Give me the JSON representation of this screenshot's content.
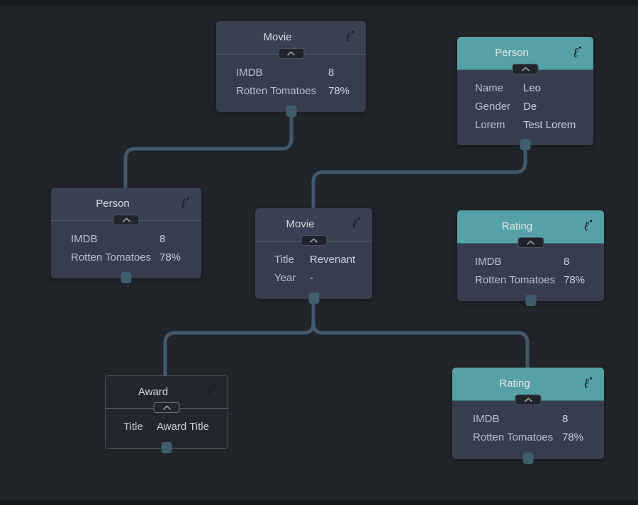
{
  "app": {
    "type": "graph-node-editor"
  },
  "colors": {
    "canvas_bg": "#212428",
    "letterbox": "#17181c",
    "node_body": "#373d4f",
    "node_header_dark": "#3b4154",
    "node_header_teal": "#55a1a5",
    "award_body": "#23262c",
    "award_border": "#4b5159",
    "wire": "#43596b",
    "port": "#3f5d6d",
    "label_text": "#b9c0cc",
    "value_text": "#ccd2dc"
  },
  "icons": {
    "edit": "pencil-edit-icon",
    "collapse": "chevron-up-icon",
    "port": "connector-port"
  },
  "nodes": [
    {
      "id": "movie-top",
      "title": "Movie",
      "header": "dark",
      "rows": [
        {
          "label": "IMDB",
          "value": "8"
        },
        {
          "label": "Rotten Tomatoes",
          "value": "78%"
        }
      ]
    },
    {
      "id": "person-right",
      "title": "Person",
      "header": "teal",
      "rows": [
        {
          "label": "Name",
          "value": "Leo"
        },
        {
          "label": "Gender",
          "value": "De"
        },
        {
          "label": "Lorem",
          "value": "Test Lorem"
        }
      ]
    },
    {
      "id": "person-left",
      "title": "Person",
      "header": "dark",
      "rows": [
        {
          "label": "IMDB",
          "value": "8"
        },
        {
          "label": "Rotten Tomatoes",
          "value": "78%"
        }
      ]
    },
    {
      "id": "movie-center",
      "title": "Movie",
      "header": "dark",
      "rows": [
        {
          "label": "Title",
          "value": "Revenant"
        },
        {
          "label": "Year",
          "value": "-"
        }
      ]
    },
    {
      "id": "rating-right",
      "title": "Rating",
      "header": "teal",
      "rows": [
        {
          "label": "IMDB",
          "value": "8"
        },
        {
          "label": "Rotten Tomatoes",
          "value": "78%"
        }
      ]
    },
    {
      "id": "award",
      "title": "Award",
      "header": "outline",
      "rows": [
        {
          "label": "Title",
          "value": "Award Title"
        }
      ]
    },
    {
      "id": "rating-bottom",
      "title": "Rating",
      "header": "teal",
      "rows": [
        {
          "label": "IMDB",
          "value": "8"
        },
        {
          "label": "Rotten Tomatoes",
          "value": "78%"
        }
      ]
    }
  ],
  "edges": [
    {
      "from": "movie-top",
      "to": "person-left"
    },
    {
      "from": "person-right",
      "to": "movie-center"
    },
    {
      "from": "movie-center",
      "to": "award"
    },
    {
      "from": "movie-center",
      "to": "rating-bottom"
    }
  ]
}
